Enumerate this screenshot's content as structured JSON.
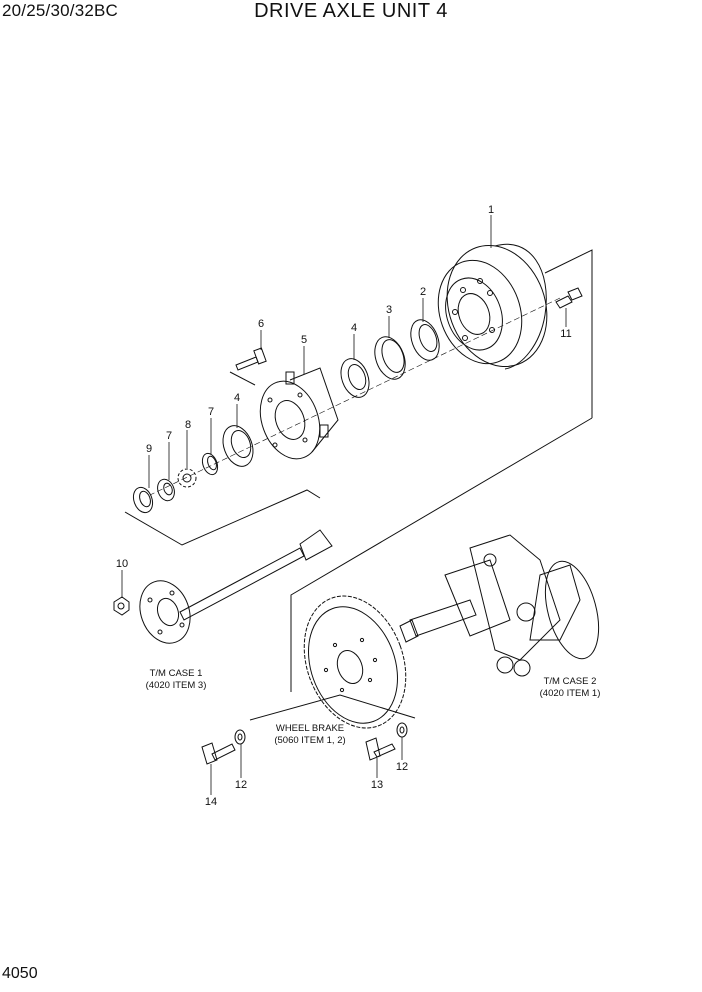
{
  "header": {
    "model": "20/25/30/32BC",
    "title": "DRIVE AXLE UNIT 4"
  },
  "footer": {
    "page": "4050"
  },
  "callouts": [
    {
      "id": "c1",
      "num": "1"
    },
    {
      "id": "c2",
      "num": "2"
    },
    {
      "id": "c3",
      "num": "3"
    },
    {
      "id": "c4a",
      "num": "4"
    },
    {
      "id": "c4b",
      "num": "4"
    },
    {
      "id": "c5",
      "num": "5"
    },
    {
      "id": "c6",
      "num": "6"
    },
    {
      "id": "c7a",
      "num": "7"
    },
    {
      "id": "c7b",
      "num": "7"
    },
    {
      "id": "c8",
      "num": "8"
    },
    {
      "id": "c9",
      "num": "9"
    },
    {
      "id": "c10",
      "num": "10"
    },
    {
      "id": "c11",
      "num": "11"
    },
    {
      "id": "c12a",
      "num": "12"
    },
    {
      "id": "c12b",
      "num": "12"
    },
    {
      "id": "c13",
      "num": "13"
    },
    {
      "id": "c14",
      "num": "14"
    }
  ],
  "references": {
    "tm_case_1": [
      "T/M CASE 1",
      "(4020 ITEM 3)"
    ],
    "tm_case_2": [
      "T/M CASE 2",
      "(4020 ITEM 1)"
    ],
    "wheel_brake": [
      "WHEEL BRAKE",
      "(5060 ITEM 1, 2)"
    ]
  }
}
